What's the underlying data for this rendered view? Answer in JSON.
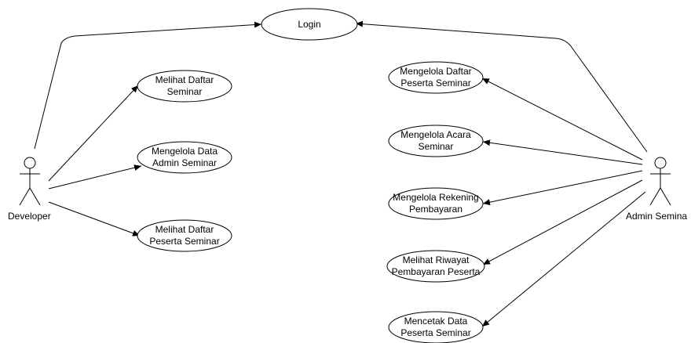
{
  "diagram": {
    "actors": {
      "developer": "Developer",
      "admin": "Admin Semina"
    },
    "use_cases": {
      "login": [
        "Login"
      ],
      "melihat_daftar_seminar": [
        "Melihat Daftar",
        "Seminar"
      ],
      "mengelola_data_admin": [
        "Mengelola Data",
        "Admin Seminar"
      ],
      "melihat_daftar_peserta": [
        "Melihat Daftar",
        "Peserta Seminar"
      ],
      "mengelola_daftar_peserta": [
        "Mengelola Daftar",
        "Peserta Seminar"
      ],
      "mengelola_acara": [
        "Mengelola Acara",
        "Seminar"
      ],
      "mengelola_rekening": [
        "Mengelola Rekening",
        "Pembayaran"
      ],
      "melihat_riwayat": [
        "Melihat Riwayat",
        "Pembayaran Peserta"
      ],
      "mencetak_data": [
        "Mencetak Data",
        "Peserta Seminar"
      ]
    }
  }
}
